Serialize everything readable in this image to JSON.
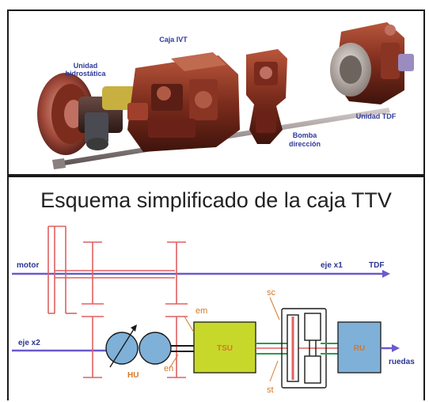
{
  "photo": {
    "labels": {
      "hydrostatic": [
        "Unidad",
        "hidrostática"
      ],
      "ivt": "Caja IVT",
      "pump": [
        "Bomba",
        "dirección"
      ],
      "pto": "Unidad TDF"
    }
  },
  "diagram": {
    "title": "Esquema simplificado de la caja TTV",
    "labels": {
      "motor": "motor",
      "eje_x1": "eje x1",
      "tdf": "TDF",
      "eje_x2": "eje x2",
      "hu": "HU",
      "em": "em",
      "en": "en",
      "tsu": "TSU",
      "sc": "sc",
      "st": "st",
      "ru": "RU",
      "ruedas": "ruedas"
    },
    "colors": {
      "shaft": "#6a5acd",
      "gear": "#e06060",
      "hu_fill": "#7fb0d8",
      "tsu_fill": "#c8d82a",
      "ru_fill": "#7fb0d8",
      "output_shaft": "#2e9a4a",
      "label_blue": "#2a3592",
      "label_orange": "#d4782a"
    }
  }
}
